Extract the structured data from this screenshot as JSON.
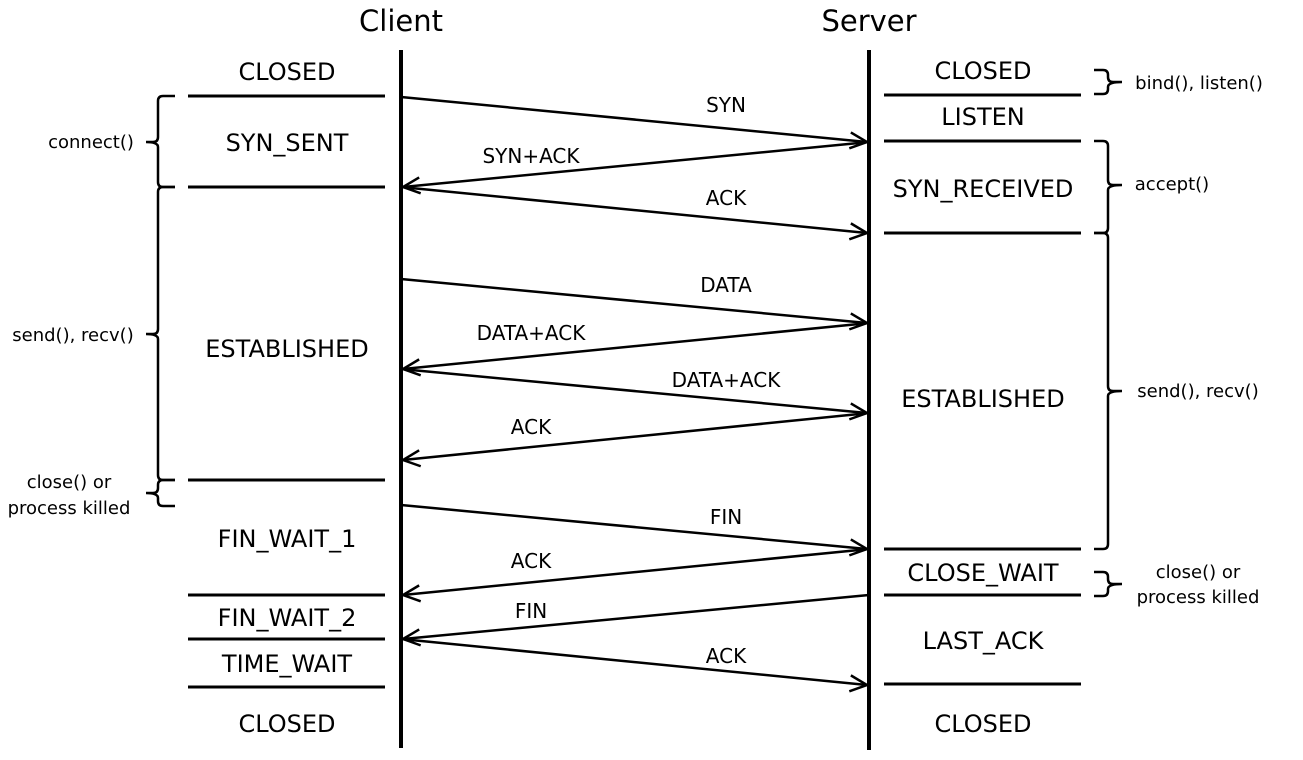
{
  "headers": {
    "client": "Client",
    "server": "Server"
  },
  "client_states": {
    "closed_top": "CLOSED",
    "syn_sent": "SYN_SENT",
    "established": "ESTABLISHED",
    "fin_wait_1": "FIN_WAIT_1",
    "fin_wait_2": "FIN_WAIT_2",
    "time_wait": "TIME_WAIT",
    "closed_bottom": "CLOSED"
  },
  "server_states": {
    "closed_top": "CLOSED",
    "listen": "LISTEN",
    "syn_received": "SYN_RECEIVED",
    "established": "ESTABLISHED",
    "close_wait": "CLOSE_WAIT",
    "last_ack": "LAST_ACK",
    "closed_bottom": "CLOSED"
  },
  "messages": {
    "syn": "SYN",
    "syn_ack": "SYN+ACK",
    "ack1": "ACK",
    "data": "DATA",
    "data_ack1": "DATA+ACK",
    "data_ack2": "DATA+ACK",
    "ack2": "ACK",
    "fin1": "FIN",
    "ack3": "ACK",
    "fin2": "FIN",
    "ack4": "ACK"
  },
  "client_calls": {
    "connect": "connect()",
    "send_recv": "send(), recv()",
    "close_line1": "close() or",
    "close_line2": "process killed"
  },
  "server_calls": {
    "bind_listen": "bind(), listen()",
    "accept": "accept()",
    "send_recv": "send(), recv()",
    "close_line1": "close() or",
    "close_line2": "process killed"
  }
}
